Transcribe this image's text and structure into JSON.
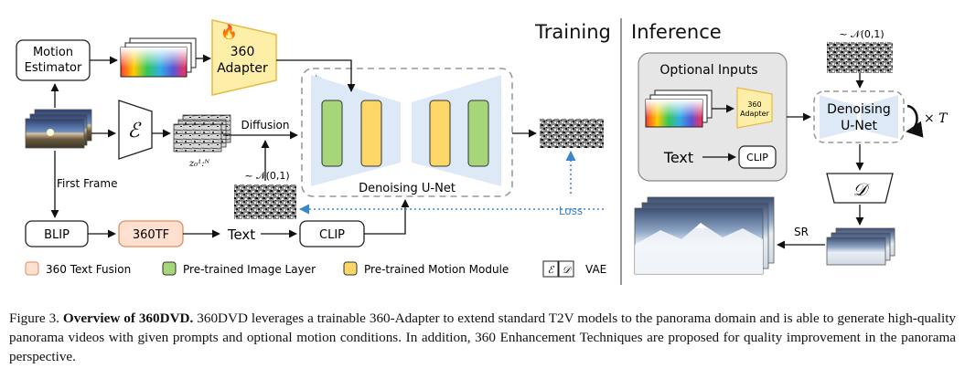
{
  "headers": {
    "training": "Training",
    "inference": "Inference"
  },
  "training": {
    "motion_estimator": [
      "Motion",
      "Estimator"
    ],
    "adapter": [
      "360",
      "Adapter"
    ],
    "encoder_symbol": "ℰ",
    "latent_label": "z₀¹:ᴺ",
    "diffusion": "Diffusion",
    "noise": "~ 𝒩(0,1)",
    "first_frame": "First Frame",
    "denoising_unet": "Denoising U-Net",
    "loss": "Loss",
    "blip": "BLIP",
    "tf": "360TF",
    "text": "Text",
    "clip": "CLIP"
  },
  "legend": {
    "text_fusion": "360 Text Fusion",
    "image_layer": "Pre-trained Image Layer",
    "motion_module": "Pre-trained Motion Module",
    "vae_symbols": [
      "ℰ",
      "𝒟"
    ],
    "vae": "VAE"
  },
  "inference": {
    "noise": "~ 𝒩(0,1)",
    "optional_inputs": "Optional Inputs",
    "adapter": [
      "360",
      "Adapter"
    ],
    "text": "Text",
    "clip": "CLIP",
    "denoising": [
      "Denoising",
      "U-Net"
    ],
    "times_t": "× T",
    "decoder_symbol": "𝒟",
    "sr": "SR"
  },
  "colors": {
    "green": "#a7d57a",
    "yellow": "#fcd667",
    "unet_blue": "#dde9f7",
    "tf_fill": "#fde0cf",
    "tf_stroke": "#e8895a",
    "adapter_fill": "#fdefa8",
    "adapter_stroke": "#e9b845",
    "loss_blue": "#3b87c9",
    "snow_blue": "#2f9ee6"
  },
  "caption": {
    "label": "Figure 3.",
    "bold": "Overview of 360DVD.",
    "body": "360DVD leverages a trainable 360-Adapter to extend standard T2V models to the panorama domain and is able to generate high-quality panorama videos with given prompts and optional motion conditions. In addition, 360 Enhancement Techniques are proposed for quality improvement in the panorama perspective."
  }
}
